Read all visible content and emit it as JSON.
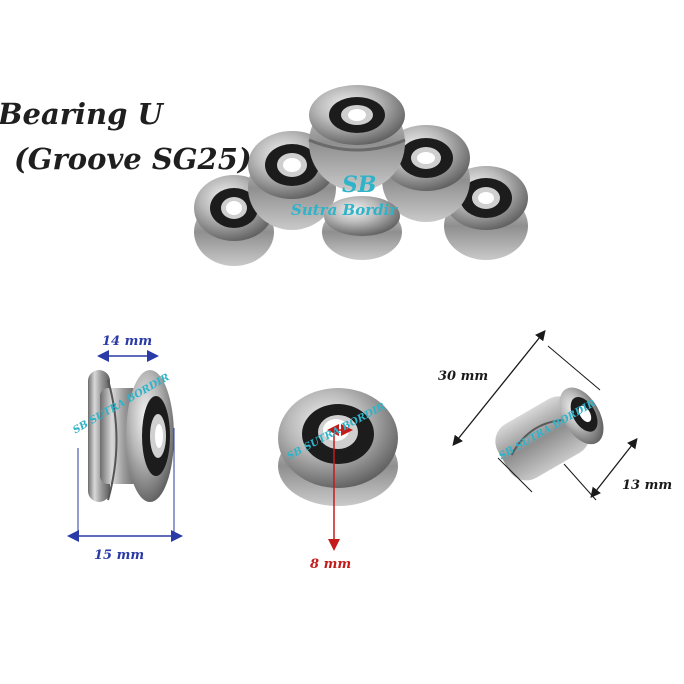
{
  "title": {
    "line1": "Bearing U",
    "line2": "(Groove SG25)"
  },
  "watermark": {
    "logo": "SB",
    "brand": "Sutra Bordir",
    "brand_caps": "SUTRA BORDIR"
  },
  "dimensions": {
    "width_top": "14 mm",
    "width_bottom": "15 mm",
    "inner_diameter": "8 mm",
    "outer_diameter": "30 mm",
    "depth": "13 mm"
  },
  "colors": {
    "blue_dim": "#2a3aa6",
    "red_dim": "#c41b1b",
    "watermark": "#2fb3c9"
  }
}
